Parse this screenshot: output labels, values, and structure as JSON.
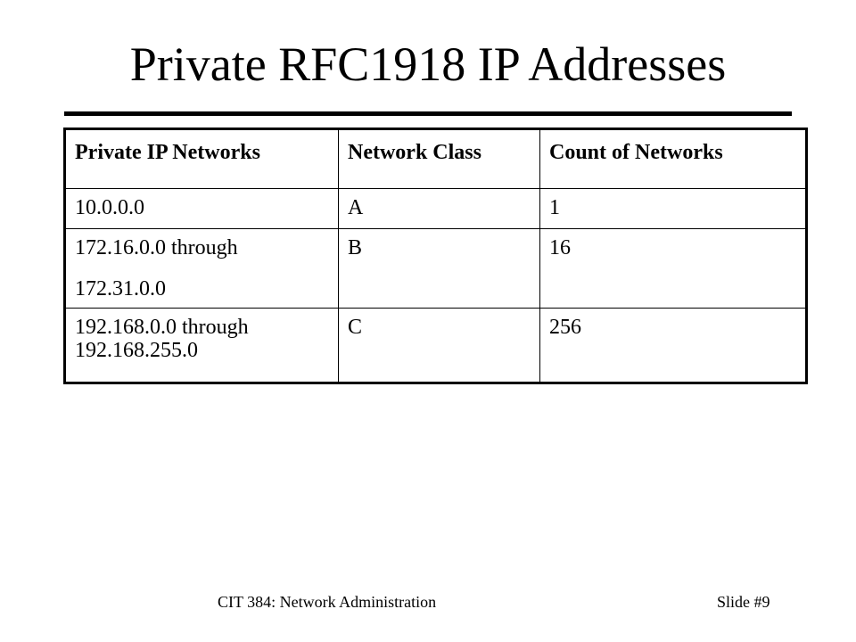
{
  "slide": {
    "title": "Private RFC1918 IP Addresses"
  },
  "table": {
    "headers": [
      "Private IP Networks",
      "Network Class",
      "Count of Networks"
    ],
    "rows": [
      {
        "network": "10.0.0.0",
        "network_line2": "",
        "class": "A",
        "count": "1"
      },
      {
        "network": "172.16.0.0 through",
        "network_line2": "172.31.0.0",
        "class": "B",
        "count": "16"
      },
      {
        "network": "192.168.0.0 through 192.168.255.0",
        "network_line2": "",
        "class": "C",
        "count": "256"
      }
    ]
  },
  "footer": {
    "course": "CIT 384: Network Administration",
    "slide_number": "Slide #9"
  }
}
